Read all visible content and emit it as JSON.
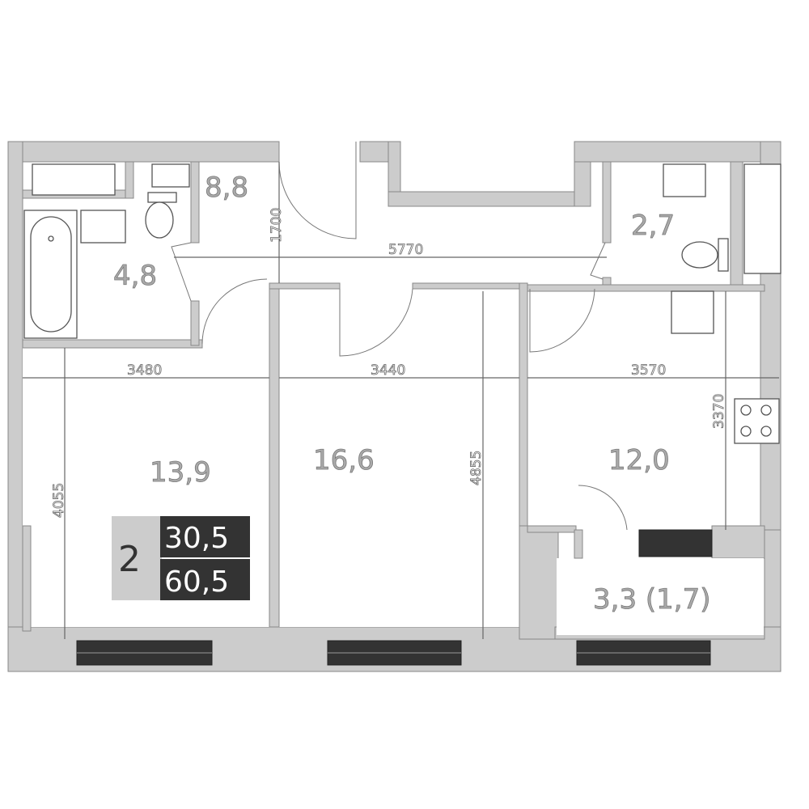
{
  "rooms": [
    {
      "name": "bathroom",
      "area": "4,8"
    },
    {
      "name": "hallway",
      "area": "8,8"
    },
    {
      "name": "wc",
      "area": "2,7"
    },
    {
      "name": "room-left",
      "area": "13,9"
    },
    {
      "name": "room-middle",
      "area": "16,6"
    },
    {
      "name": "kitchen",
      "area": "12,0"
    },
    {
      "name": "balcony",
      "area": "3,3 (1,7)"
    }
  ],
  "dimensions": {
    "hall_height": "1700",
    "hall_width": "5770",
    "room_left_width": "3480",
    "room_middle_width": "3440",
    "kitchen_width": "3570",
    "room_left_depth": "4055",
    "room_middle_depth": "4855",
    "kitchen_depth": "3370"
  },
  "badge": {
    "rooms": "2",
    "living_area": "30,5",
    "total_area": "60,5"
  },
  "colors": {
    "wall": "#cccccc",
    "window": "#333333",
    "badge": "#333333",
    "badge_bg": "#cccccc"
  }
}
